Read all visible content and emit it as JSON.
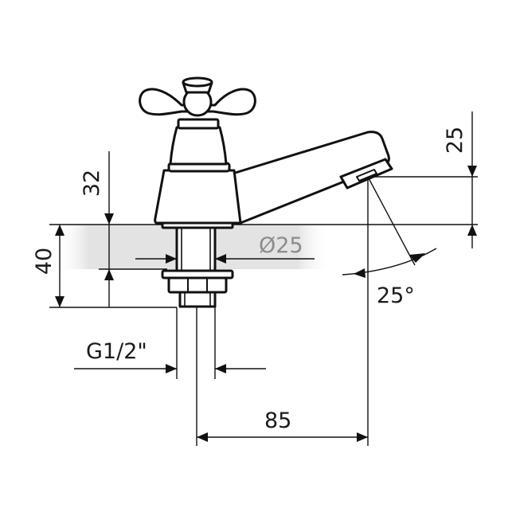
{
  "drawing": {
    "title": "",
    "dimensions": {
      "spout_height": "25",
      "body_height": "32",
      "base_height": "40",
      "shank_diameter": "Ø25",
      "thread": "G1/2\"",
      "reach": "85",
      "spout_angle": "25°"
    },
    "colors": {
      "line": "#111111",
      "text": "#1a1a1a",
      "band": "#e3e3e3",
      "grey_text": "#8c8c8c"
    }
  }
}
